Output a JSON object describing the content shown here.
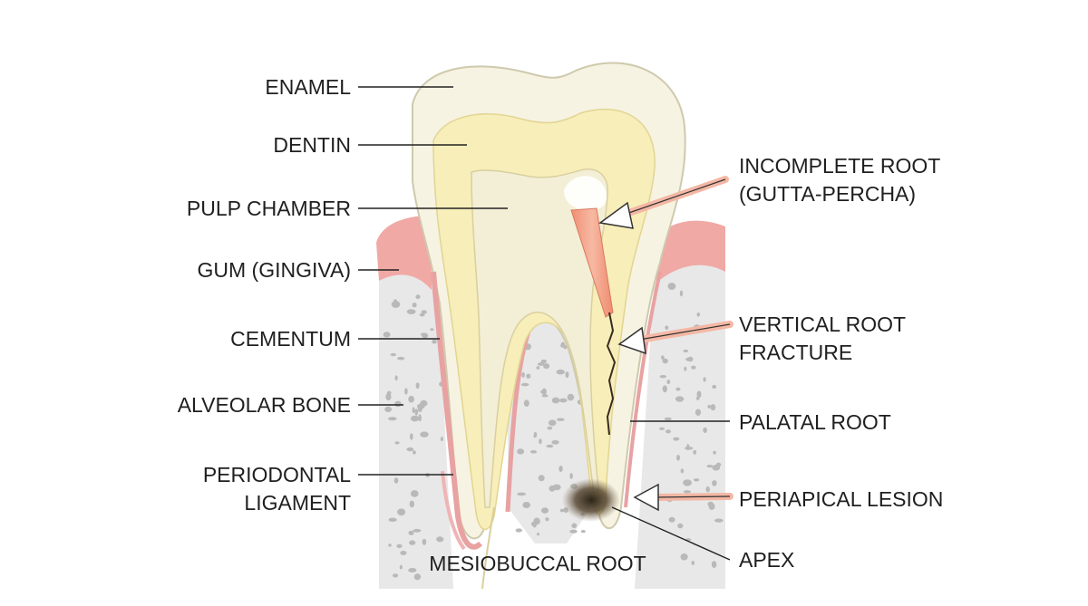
{
  "labels": {
    "enamel": "ENAMEL",
    "dentin": "DENTIN",
    "pulp_chamber": "PULP CHAMBER",
    "gum": "GUM (GINGIVA)",
    "cementum": "CEMENTUM",
    "alveolar_bone": "ALVEOLAR BONE",
    "periodontal_line1": "PERIODONTAL",
    "periodontal_line2": "LIGAMENT",
    "mesiobuccal_root": "MESIOBUCCAL ROOT",
    "incomplete_root_line1": "INCOMPLETE ROOT",
    "incomplete_root_line2": "(GUTTA-PERCHA)",
    "vertical_fracture_line1": "VERTICAL ROOT",
    "vertical_fracture_line2": "FRACTURE",
    "palatal_root": "PALATAL ROOT",
    "periapical_lesion": "PERIAPICAL LESION",
    "apex": "APEX"
  },
  "colors": {
    "enamel": "#f6f3e2",
    "dentin": "#f7eeb9",
    "pulp": "#f3efd6",
    "gum": "#f0a9a5",
    "bone": "#e7e7e7",
    "bone_pores": "#b9b9b9",
    "gutta_percha": "#f2a98f",
    "glow": "#ff7f63",
    "lesion": "#3a3025",
    "leader": "#222222"
  }
}
